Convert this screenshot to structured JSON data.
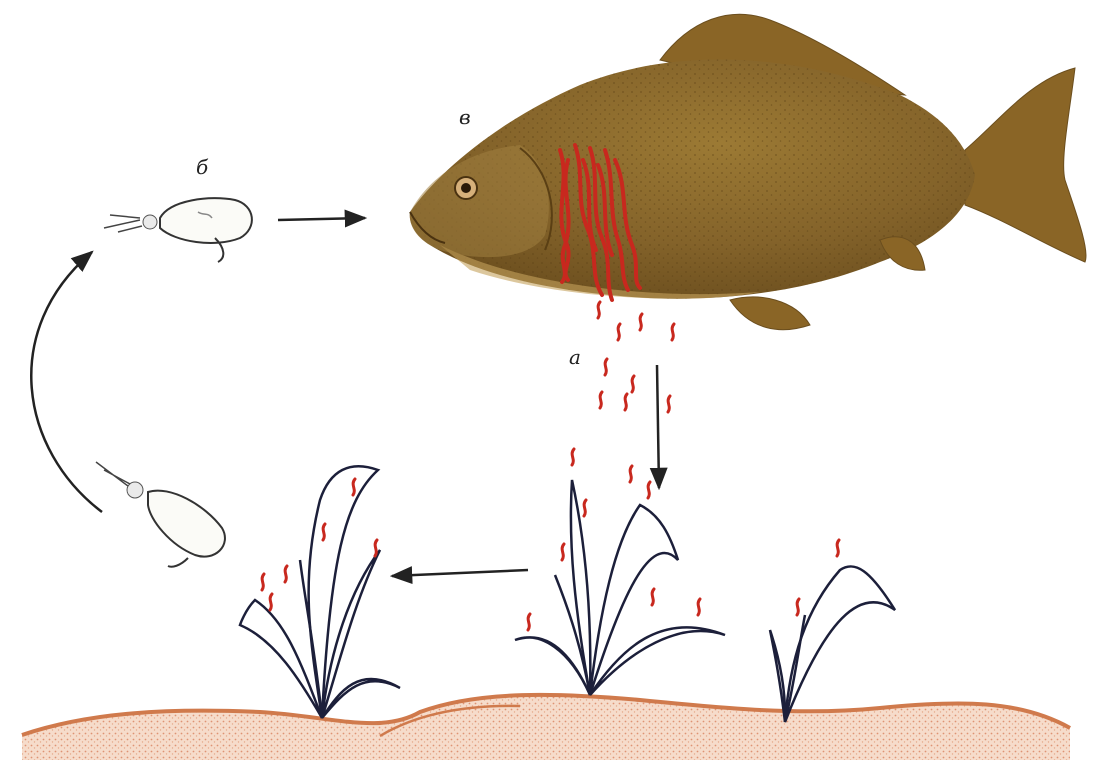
{
  "labels": {
    "stage_b": "б",
    "stage_v": "в",
    "stage_a": "а"
  },
  "colors": {
    "fish_body": "#8a6a2a",
    "fish_dark": "#6b4e1e",
    "fish_belly": "#c4a25c",
    "parasite_red": "#c8281e",
    "sediment": "#d98a5e",
    "plant_stroke": "#1c1f3a",
    "arrow": "#222222"
  }
}
